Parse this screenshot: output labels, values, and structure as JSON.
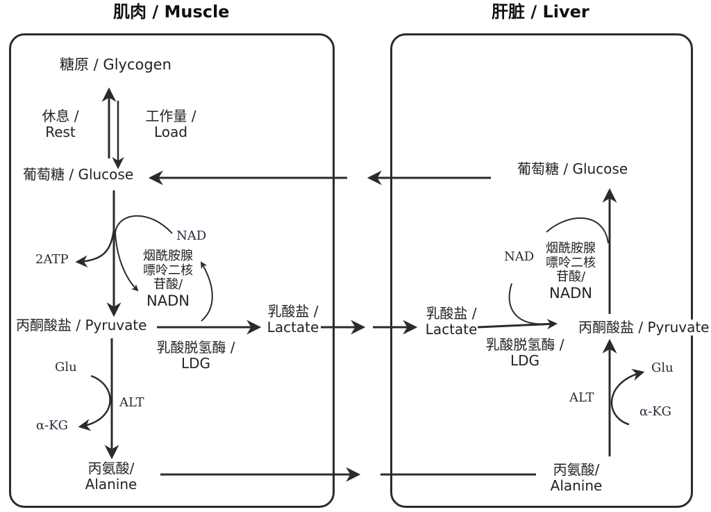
{
  "muscle": {
    "title": "肌肉 / Muscle",
    "glycogen": "糖原 / Glycogen",
    "rest_cn": "休息 /",
    "rest_en": "Rest",
    "load_cn": "工作量 /",
    "load_en": "Load",
    "glucose": "葡萄糖 / Glucose",
    "atp": "2ATP",
    "nad": "NAD",
    "nadh_line1": "烟酰胺腺",
    "nadh_line2": "嘌呤二核",
    "nadh_line3": "苷酸/",
    "nadh_line4": "NADN",
    "pyruvate": "丙酮酸盐 / Pyruvate",
    "ldh_cn": "乳酸脱氢酶 /",
    "ldh_en": "LDG",
    "lactate_cn": "乳酸盐 /",
    "lactate_en": "Lactate",
    "glu": "Glu",
    "alt": "ALT",
    "akg": "α-KG",
    "alanine_cn": "丙氨酸/",
    "alanine_en": "Alanine"
  },
  "liver": {
    "title": "肝脏 / Liver",
    "glucose": "葡萄糖 / Glucose",
    "nad": "NAD",
    "nadh_line1": "烟酰胺腺",
    "nadh_line2": "嘌呤二核",
    "nadh_line3": "苷酸/",
    "nadh_line4": "NADN",
    "lactate_cn": "乳酸盐 /",
    "lactate_en": "Lactate",
    "ldh_cn": "乳酸脱氢酶 /",
    "ldh_en": "LDG",
    "pyruvate": "丙酮酸盐 / Pyruvate",
    "glu": "Glu",
    "alt": "ALT",
    "akg": "α-KG",
    "alanine_cn": "丙氨酸/",
    "alanine_en": "Alanine"
  }
}
